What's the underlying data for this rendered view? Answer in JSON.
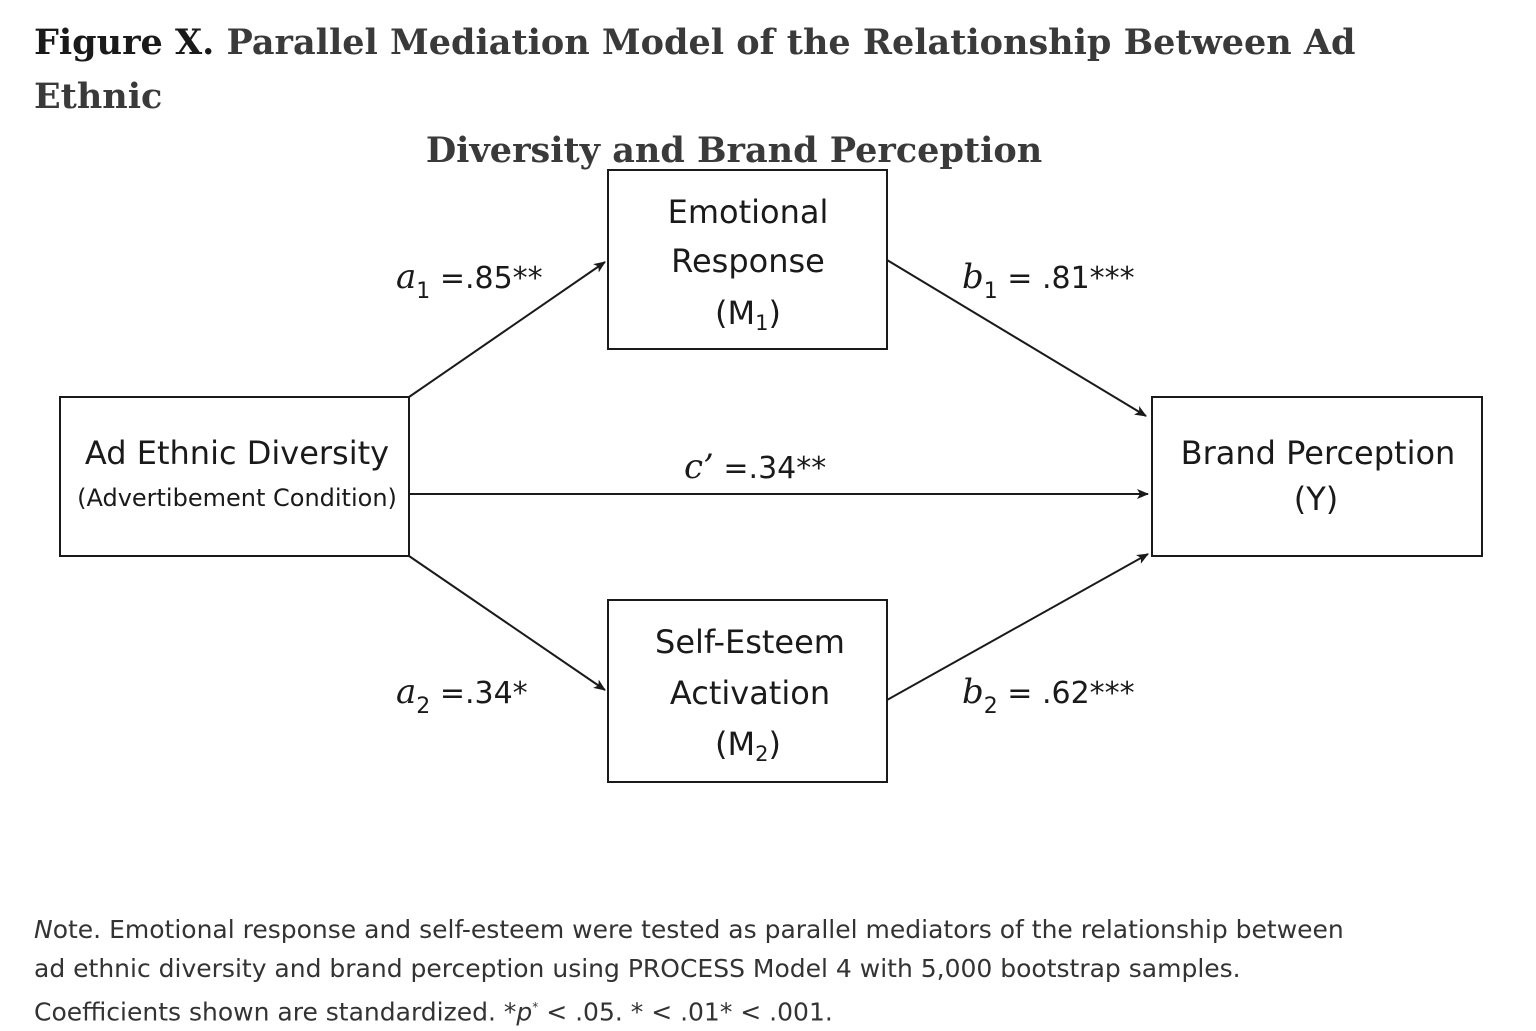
{
  "title": {
    "label": "Figure X.",
    "text_line1": "Parallel Mediation Model of the Relationship Between Ad Ethnic",
    "text_line2": "Diversity and Brand Perception"
  },
  "nodes": {
    "x": {
      "line1": "Ad Ethnic Diversity",
      "line2": "(Advertibement Condition)"
    },
    "m1": {
      "line1": "Emotional",
      "line2": "Response",
      "line3": "(M",
      "line3_sub": "1",
      "line3_end": ")"
    },
    "m2": {
      "line1": "Self-Esteem",
      "line2": "Activation",
      "line3": "(M",
      "line3_sub": "2",
      "line3_end": ")"
    },
    "y": {
      "line1": "Brand Perception",
      "line2": "(Y)"
    }
  },
  "paths": {
    "a1": {
      "symbol": "a",
      "sub": "1",
      "value": " =.85**"
    },
    "a2": {
      "symbol": "a",
      "sub": "2",
      "value": " =.34*"
    },
    "b1": {
      "symbol": "b",
      "sub": "1",
      "value": " = .81***"
    },
    "b2": {
      "symbol": "b",
      "sub": "2",
      "value": " = .62***"
    },
    "c_prime": {
      "symbol": "c’",
      "value": " =.34**"
    }
  },
  "note": {
    "label": "N",
    "label_rest": "ote.",
    "line1": " Emotional response and self-esteem were tested as parallel mediators of the relationship between",
    "line2": "ad ethnic diversity and brand perception using PROCESS Model 4 with 5,000 bootstrap samples.",
    "line3_a": "Coefficients shown are standardized. *",
    "line3_p": "p",
    "line3_sup": "*",
    "line3_b": " < .05. * < .01* < .001."
  },
  "colors": {
    "ink": "#1a1a1a",
    "title_gray": "#3a3a3a",
    "note_gray": "#333333"
  }
}
